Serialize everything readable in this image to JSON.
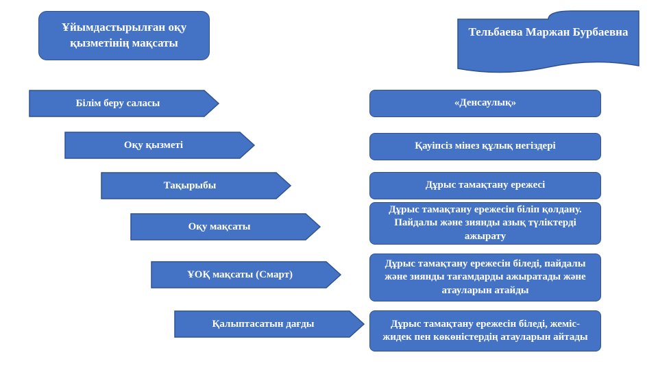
{
  "title": "Ұйымдастырылған оқу қызметінің мақсаты",
  "author": "Тельбаева Маржан Бурбаевна",
  "rows": [
    {
      "label": "Білім беру саласы",
      "value": "«Денсаулық»"
    },
    {
      "label": "Оқу қызметі",
      "value": "Қауіпсіз мінез құлық негіздері"
    },
    {
      "label": "Тақырыбы",
      "value": "Дұрыс тамақтану ережесі"
    },
    {
      "label": "Оқу мақсаты",
      "value": "Дұрыс тамақтану ережесін біліп қолдану. Пайдалы және зиянды азық түліктерді ажырату"
    },
    {
      "label": "ҰОҚ мақсаты (Смарт)",
      "value": "Дұрыс тамақтану ережесін біледі, пайдалы және зиянды тағамдарды ажыратады және атауларын атайды"
    },
    {
      "label": "Қалыптасатын дағды",
      "value": "Дұрыс тамақтану ережесін біледі, жеміс-жидек пен көкөністердің атауларын айтады"
    }
  ],
  "colors": {
    "fill": "#4472c4",
    "border": "#2f528f",
    "text": "#ffffff"
  }
}
